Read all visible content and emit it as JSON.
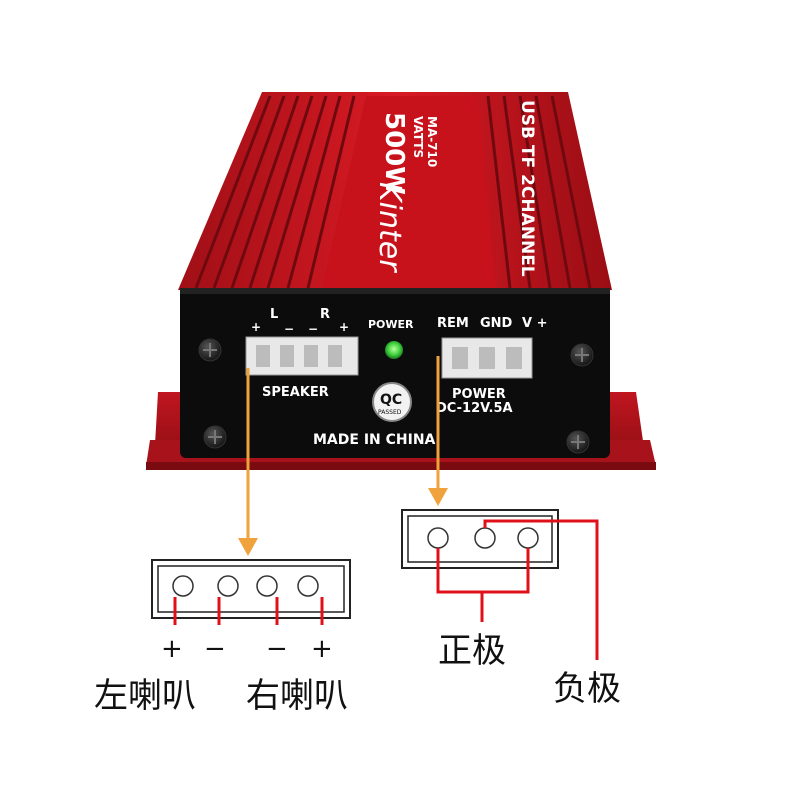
{
  "amplifier": {
    "brand": "Kinter",
    "model": "MA-710",
    "power_rating": "500W",
    "watts_label": "VATTS",
    "side_label": "USB TF 2CHANNEL",
    "panel": {
      "speaker_l": "L",
      "speaker_r": "R",
      "speaker_polarity": [
        "+",
        "−",
        "−",
        "+"
      ],
      "speaker_label": "SPEAKER",
      "power_led_label": "POWER",
      "rem_label": "REM",
      "gnd_label": "GND",
      "v_label": "V +",
      "power_label": "POWER",
      "power_spec": "DC-12V.5A",
      "qc_text": "QC",
      "qc_sub": "PASSED",
      "made_in": "MADE IN CHINA"
    }
  },
  "speaker_diagram": {
    "polarity": [
      "+",
      "−",
      "−",
      "+"
    ],
    "left_label": "左喇叭",
    "right_label": "右喇叭"
  },
  "power_diagram": {
    "positive_label": "正极",
    "negative_label": "负极"
  },
  "colors": {
    "body_red": "#c8141e",
    "panel_black": "#0c0c0c",
    "arrow_orange": "#f0a23c",
    "wire_red": "#e0101a",
    "led_green": "#3fd23f"
  }
}
